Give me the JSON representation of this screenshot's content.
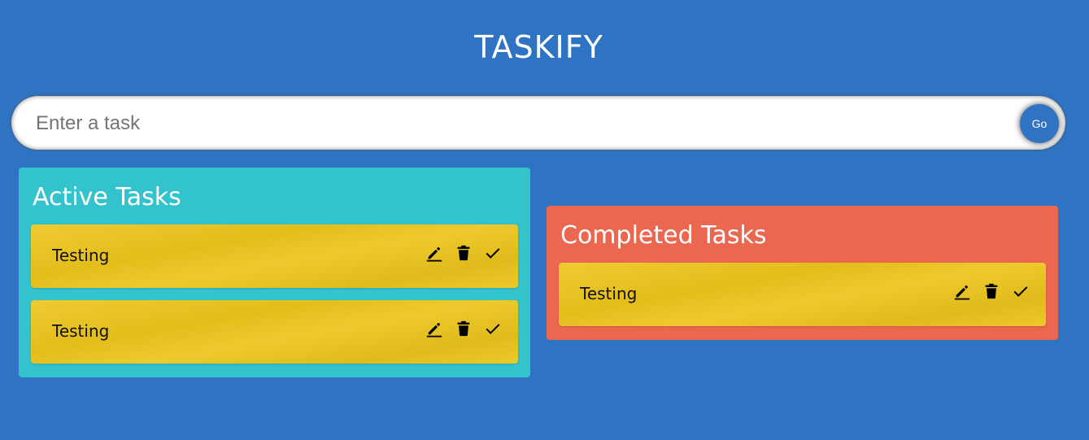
{
  "header": {
    "title": "TASKIFY"
  },
  "form": {
    "placeholder": "Enter a task",
    "value": "",
    "submit_label": "Go"
  },
  "active": {
    "heading": "Active Tasks",
    "tasks": [
      {
        "text": "Testing",
        "icons": [
          "edit-icon",
          "delete-icon",
          "done-icon"
        ]
      },
      {
        "text": "Testing",
        "icons": [
          "edit-icon",
          "delete-icon",
          "done-icon"
        ]
      }
    ]
  },
  "completed": {
    "heading": "Completed Tasks",
    "tasks": [
      {
        "text": "Testing",
        "icons": [
          "edit-icon",
          "delete-icon",
          "done-icon"
        ]
      }
    ]
  },
  "colors": {
    "background": "#2f73c3",
    "active_column": "#32c3cd",
    "completed_column": "#eb6750",
    "task_card": "#ecc51c"
  }
}
